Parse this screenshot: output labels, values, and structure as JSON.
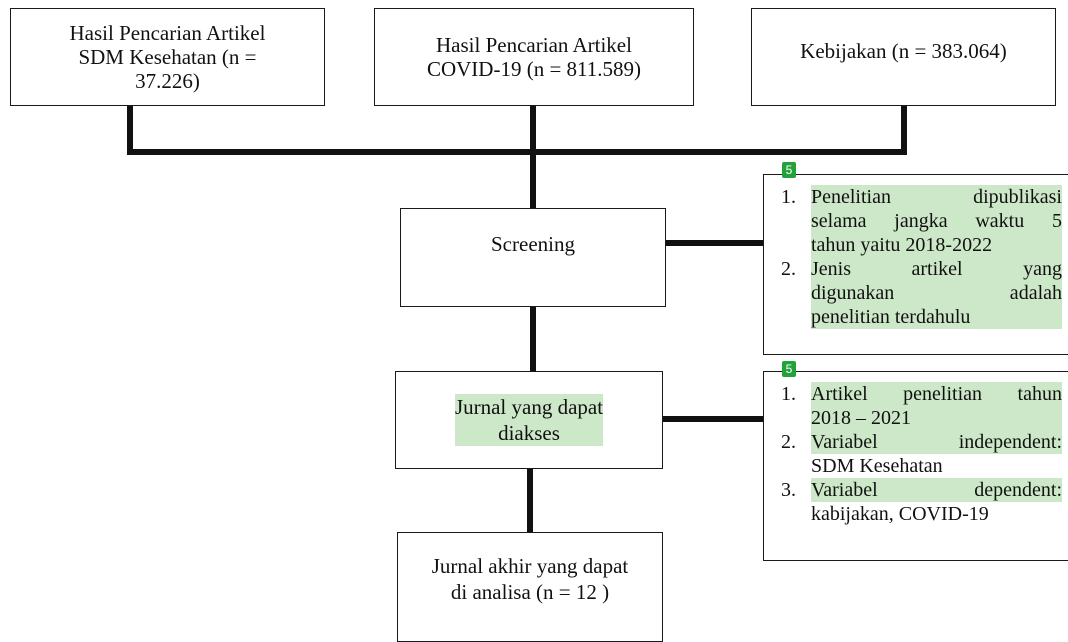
{
  "boxes": {
    "sdm": [
      "Hasil Pencarian Artikel",
      "SDM Kesehatan (n =",
      "37.226)"
    ],
    "covid": [
      "Hasil Pencarian Artikel",
      "COVID-19 (n = 811.589)"
    ],
    "kebijakan": [
      "Kebijakan (n = 383.064)"
    ],
    "screening": "Screening",
    "jurnal_akses": [
      "Jurnal yang dapat",
      "diakses"
    ],
    "jurnal_akhir": [
      "Jurnal akhir yang dapat",
      "di analisa (n = 12 )"
    ]
  },
  "criteria_1": {
    "badge": "5",
    "items": [
      {
        "num": "1.",
        "lines": [
          "Penelitian dipublikasi",
          "selama jangka waktu 5",
          "tahun yaitu 2018-2022"
        ]
      },
      {
        "num": "2.",
        "lines": [
          "Jenis artikel yang",
          "digunakan adalah",
          "penelitian terdahulu"
        ]
      }
    ]
  },
  "criteria_2": {
    "badge": "5",
    "items": [
      {
        "num": "1.",
        "lines": [
          "Artikel penelitian tahun",
          "2018 – 2021"
        ]
      },
      {
        "num": "2.",
        "lines": [
          "Variabel independent:",
          "SDM Kesehatan"
        ]
      },
      {
        "num": "3.",
        "lines": [
          "Variabel dependent:",
          "kabijakan, COVID-19"
        ]
      }
    ]
  },
  "colors": {
    "highlight": "#cde8c8",
    "badge": "#22a33a",
    "line": "#111111"
  }
}
